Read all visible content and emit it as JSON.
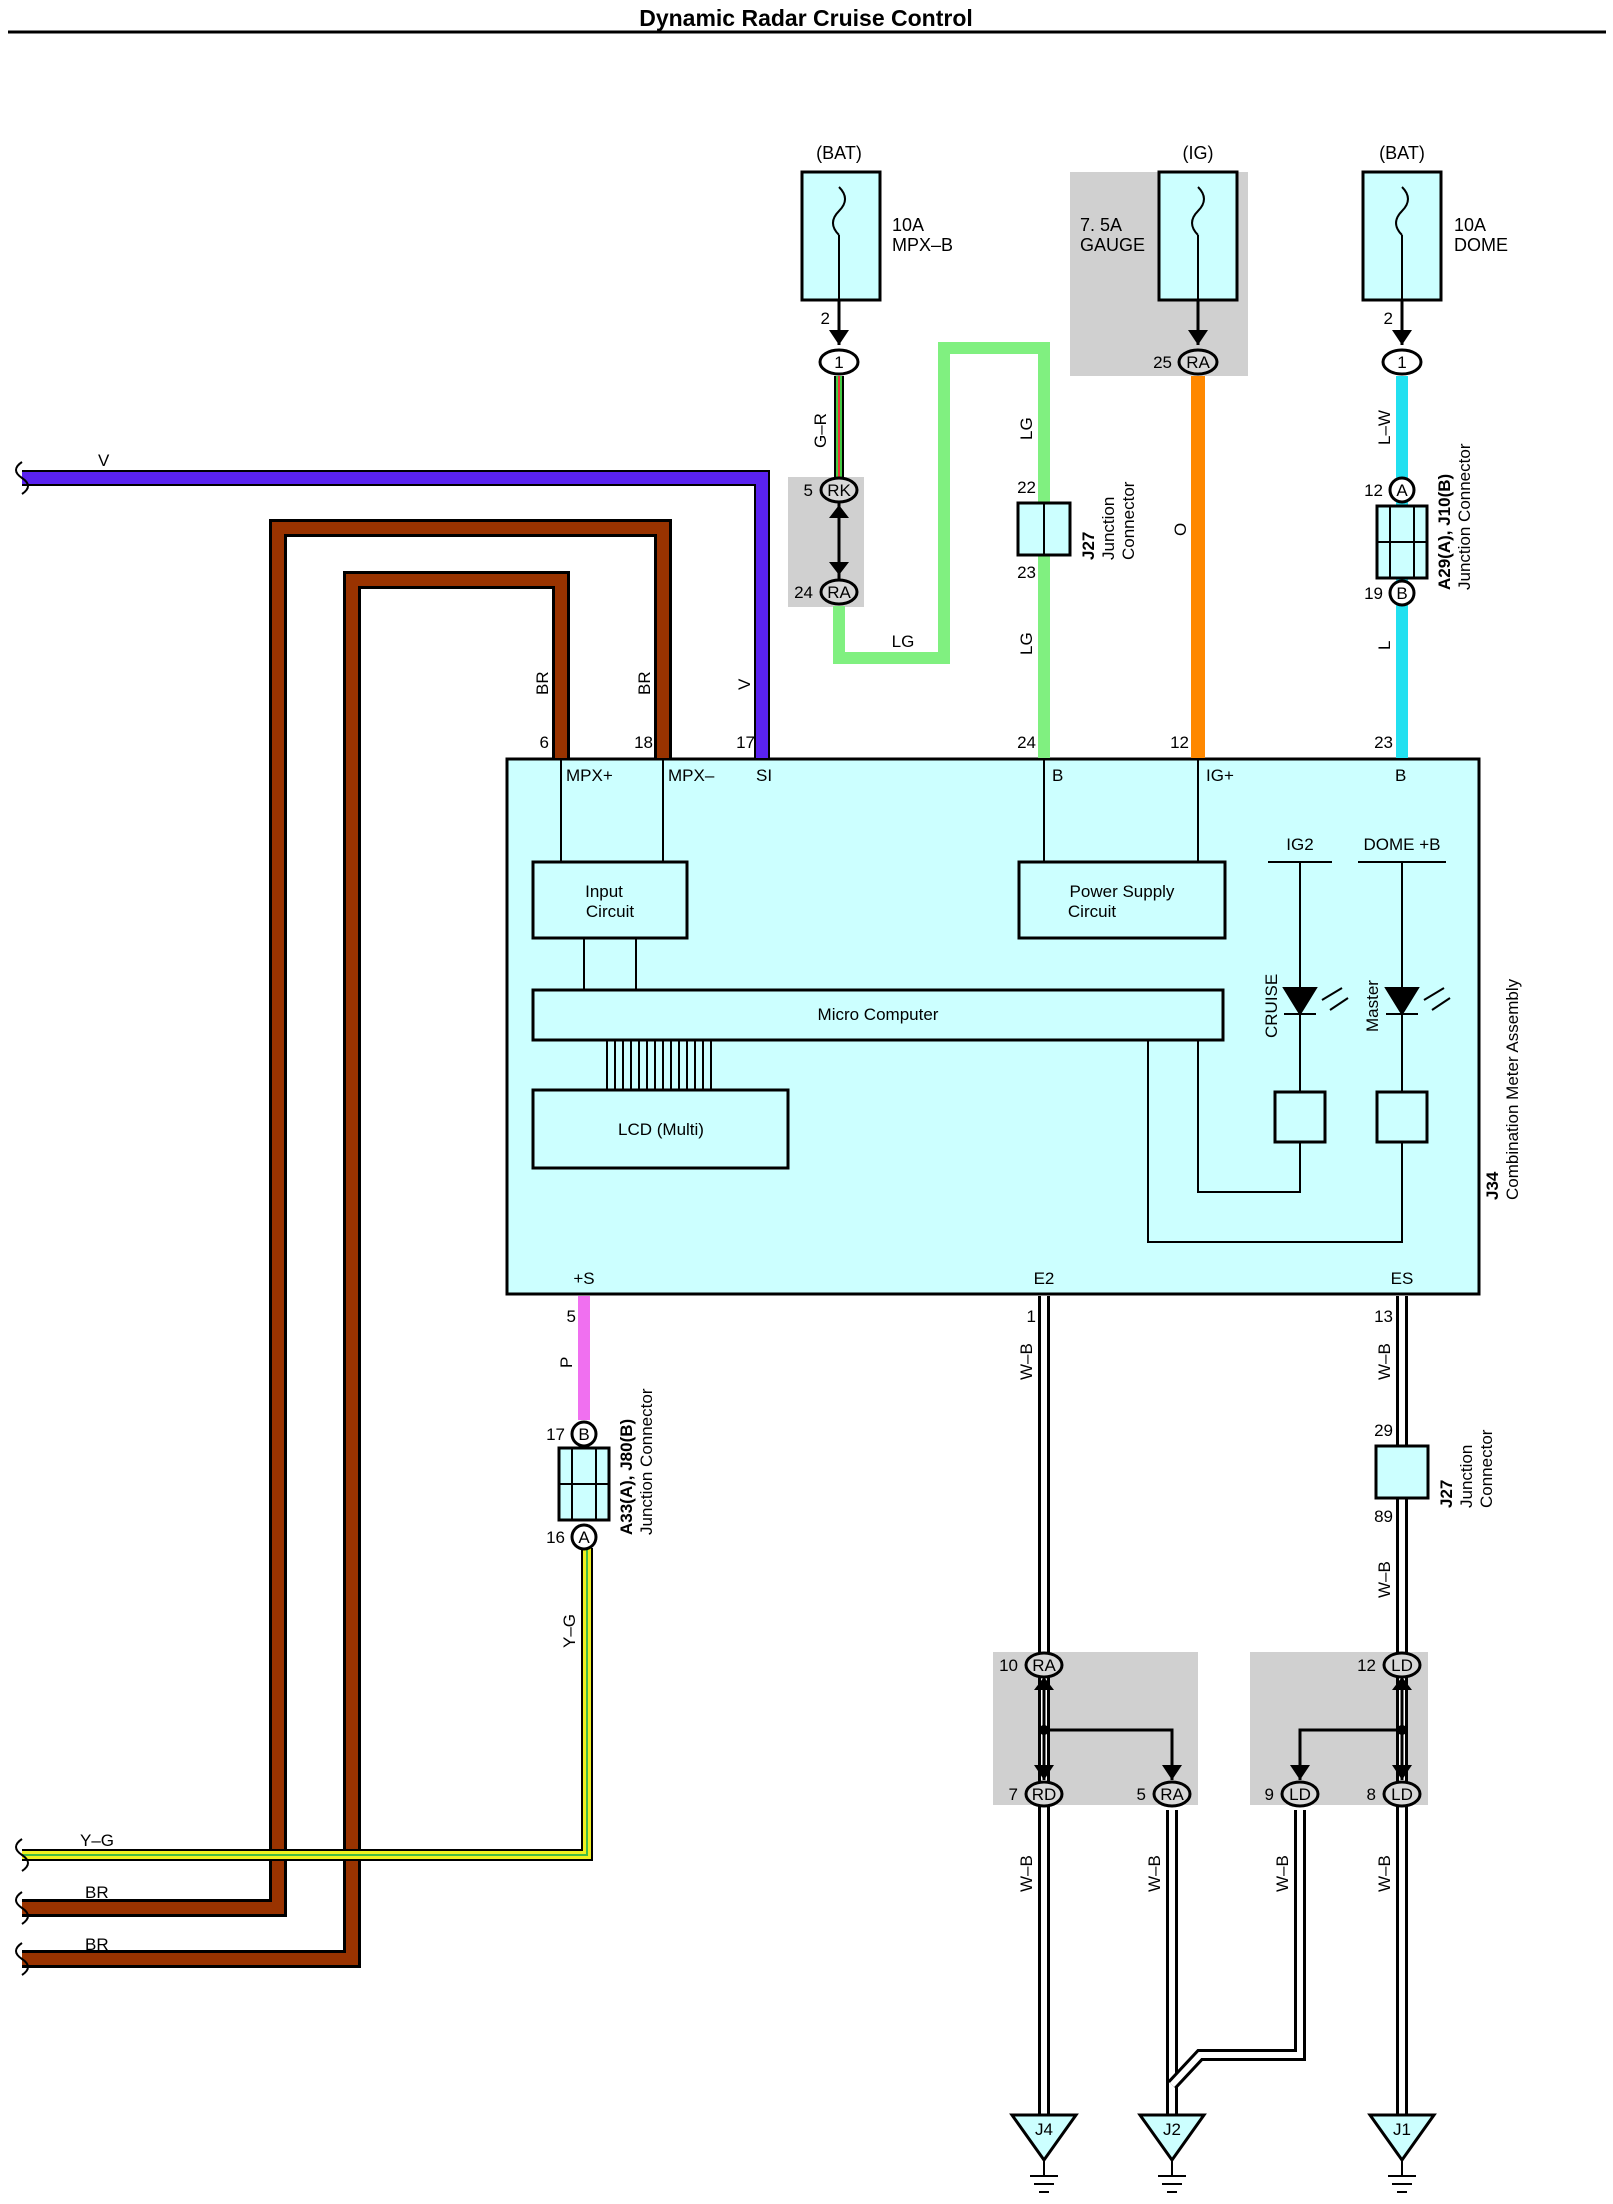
{
  "title": "Dynamic Radar Cruise Control",
  "colors": {
    "wire_v": "#5a22f0",
    "wire_br": "#993300",
    "wire_lg": "#80f080",
    "wire_o": "#ff8800",
    "wire_lw": "#22e0f0",
    "wire_p": "#f070f0",
    "wire_yg": "#f0f020",
    "component_fill": "#ccffff",
    "shade": "#d0d0d0"
  },
  "fuses": [
    {
      "source": "(BAT)",
      "rating": "10A",
      "name": "MPX–B"
    },
    {
      "source": "(IG)",
      "rating": "7. 5A",
      "name": "GAUGE"
    },
    {
      "source": "(BAT)",
      "rating": "10A",
      "name": "DOME"
    }
  ],
  "pins": {
    "fuse1_pin": "2",
    "fuse1_conn": "1",
    "fuse2_pin": "25",
    "fuse2_conn": "RA",
    "fuse3_pin": "2",
    "fuse3_conn": "1",
    "rk_pin": "5",
    "rk_conn": "RK",
    "ra_pin": "24",
    "ra_conn": "RA",
    "j27_top": "22",
    "j27_bottom": "23",
    "a29_top": "12",
    "a29_top_conn": "A",
    "a29_bottom": "19",
    "a29_bottom_conn": "B",
    "mpx_plus": "6",
    "mpx_minus": "18",
    "si": "17",
    "b_lg": "24",
    "ig_plus": "12",
    "b_dome": "23",
    "plus_s": "5",
    "e2": "1",
    "es": "13",
    "a33_top": "17",
    "a33_top_conn": "B",
    "a33_bottom": "16",
    "a33_bottom_conn": "A",
    "j27b_top": "29",
    "j27b_bottom": "89",
    "ra10": "10",
    "ra10_conn": "RA",
    "rd7": "7",
    "rd7_conn": "RD",
    "ra5": "5",
    "ra5_conn": "RA",
    "ld12": "12",
    "ld12_conn": "LD",
    "ld9": "9",
    "ld9_conn": "LD",
    "ld8": "8",
    "ld8_conn": "LD"
  },
  "wires": {
    "v": "V",
    "br": "BR",
    "gr": "G–R",
    "lg": "LG",
    "o": "O",
    "lw": "L–W",
    "l": "L",
    "p": "P",
    "yg": "Y–G",
    "wb": "W–B"
  },
  "connectors": {
    "j27_code": "J27",
    "j27_name": "Junction",
    "j27_name2": "Connector",
    "a29_code": "A29(A), J10(B)",
    "a29_name": "Junction Connector",
    "a33_code": "A33(A), J80(B)",
    "a33_name": "Junction Connector"
  },
  "meter": {
    "code": "J34",
    "name": "Combination Meter Assembly",
    "terminals": {
      "mpx_plus": "MPX+",
      "mpx_minus": "MPX–",
      "si": "SI",
      "b1": "B",
      "ig_plus": "IG+",
      "b2": "B",
      "plus_s": "+S",
      "e2": "E2",
      "es": "ES",
      "ig2": "IG2",
      "dome_b": "DOME +B"
    },
    "input_line1": "Input",
    "input_line2": "Circuit",
    "power_line1": "Power Supply",
    "power_line2": "Circuit",
    "micro": "Micro Computer",
    "lcd": "LCD (Multi)",
    "cruise": "CRUISE",
    "master": "Master"
  },
  "grounds": [
    "J4",
    "J2",
    "J1"
  ]
}
